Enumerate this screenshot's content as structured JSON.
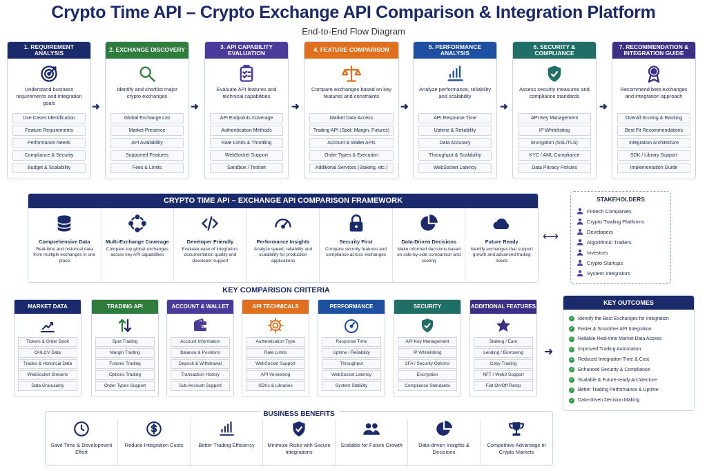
{
  "title": "Crypto Time API – Crypto Exchange API Comparison & Integration Platform",
  "subtitle": "End-to-End Flow Diagram",
  "colors": {
    "navy": "#1b2a6b",
    "blue": "#1e4fa0",
    "green": "#2e7d3c",
    "purple": "#4b3a9a",
    "orange": "#e0701e",
    "teal": "#1f6f66",
    "deep_purple": "#3d2f86"
  },
  "steps": [
    {
      "title": "1. REQUIREMENT ANALYSIS",
      "color": "#1b2a6b",
      "icon": "target-icon",
      "desc": "Understand business requirements and integration goals",
      "items": [
        "Use Cases Identification",
        "Feature Requirements",
        "Performance Needs",
        "Compliance & Security",
        "Budget & Scalability"
      ]
    },
    {
      "title": "2. EXCHANGE DISCOVERY",
      "color": "#2e7d3c",
      "icon": "magnifier-icon",
      "desc": "Identify and shortlist major crypto exchanges",
      "items": [
        "Global Exchange List",
        "Market Presence",
        "API Availability",
        "Supported Features",
        "Fees & Limits"
      ]
    },
    {
      "title": "3. API CAPABILITY EVALUATION",
      "color": "#4b3a9a",
      "icon": "checklist-icon",
      "desc": "Evaluate API features and technical capabilities",
      "items": [
        "API Endpoints Coverage",
        "Authentication Methods",
        "Rate Limits & Throttling",
        "WebSocket Support",
        "Sandbox / Testnet"
      ]
    },
    {
      "title": "4. FEATURE COMPARISON",
      "color": "#e0701e",
      "icon": "scale-icon",
      "desc": "Compare exchanges based on key features and constraints",
      "items": [
        "Market Data Access",
        "Trading API (Spot, Margin, Futures)",
        "Account & Wallet APIs",
        "Order Types & Execution",
        "Additional Services (Staking, etc.)"
      ]
    },
    {
      "title": "5. PERFORMANCE ANALYSIS",
      "color": "#1e4fa0",
      "icon": "bar-chart-icon",
      "desc": "Analyze performance, reliability and scalability",
      "items": [
        "API Response Time",
        "Uptime & Reliability",
        "Data Accuracy",
        "Throughput & Scalability",
        "WebSocket Latency"
      ]
    },
    {
      "title": "6. SECURITY & COMPLIANCE",
      "color": "#1f6f66",
      "icon": "shield-check-icon",
      "desc": "Assess security measures and compliance standards",
      "items": [
        "API Key Management",
        "IP Whitelisting",
        "Encryption (SSL/TLS)",
        "KYC / AML Compliance",
        "Data Privacy Policies"
      ]
    },
    {
      "title": "7. RECOMMENDATION & INTEGRATION GUIDE",
      "color": "#3d2f86",
      "icon": "award-ribbon-icon",
      "desc": "Recommend best exchanges and integration approach",
      "items": [
        "Overall Scoring & Ranking",
        "Best Fit Recommendations",
        "Integration Architecture",
        "SDK / Library Support",
        "Implementation Guide"
      ]
    }
  ],
  "framework": {
    "title": "CRYPTO TIME API – EXCHANGE API COMPARISON FRAMEWORK",
    "items": [
      {
        "icon": "database-icon",
        "title": "Comprehensive Data",
        "desc": "Real-time and historical data from multiple exchanges in one place"
      },
      {
        "icon": "network-icon",
        "title": "Multi-Exchange Coverage",
        "desc": "Compare top global exchanges across key API capabilities"
      },
      {
        "icon": "code-icon",
        "title": "Developer Friendly",
        "desc": "Evaluate ease of integration, documentation quality and developer support"
      },
      {
        "icon": "gauge-icon",
        "title": "Performance Insights",
        "desc": "Analyze speed, reliability and scalability for production applications"
      },
      {
        "icon": "lock-icon",
        "title": "Security First",
        "desc": "Compare security features and compliance across exchanges"
      },
      {
        "icon": "pie-chart-icon",
        "title": "Data-Driven Decisions",
        "desc": "Make informed decisions based on side-by-side comparison and scoring"
      },
      {
        "icon": "cloud-icon",
        "title": "Future Ready",
        "desc": "Identify exchanges that support growth and advanced trading needs"
      }
    ]
  },
  "stakeholders": {
    "title": "STAKEHOLDERS",
    "items": [
      "Fintech Companies",
      "Crypto Trading Platforms",
      "Developers",
      "Algorithmic Traders",
      "Investors",
      "Crypto Startups",
      "System Integrators"
    ]
  },
  "criteria": {
    "title": "KEY COMPARISON CRITERIA",
    "categories": [
      {
        "title": "MARKET DATA",
        "color": "#1b2a6b",
        "icon": "line-chart-icon",
        "items": [
          "Tickers & Order Book",
          "OHLCV Data",
          "Trades & Historical Data",
          "WebSocket Streams",
          "Data Granularity"
        ]
      },
      {
        "title": "TRADING API",
        "color": "#2e7d3c",
        "icon": "up-down-arrows-icon",
        "items": [
          "Spot Trading",
          "Margin Trading",
          "Futures Trading",
          "Options Trading",
          "Order Types Support"
        ]
      },
      {
        "title": "ACCOUNT & WALLET",
        "color": "#4b3a9a",
        "icon": "wallet-icon",
        "items": [
          "Account Information",
          "Balance & Positions",
          "Deposit & Withdrawal",
          "Transaction History",
          "Sub-Account Support"
        ]
      },
      {
        "title": "API TECHNICALS",
        "color": "#e0701e",
        "icon": "gear-icon",
        "items": [
          "Authentication Type",
          "Rate Limits",
          "WebSocket Support",
          "API Versioning",
          "SDKs & Libraries"
        ]
      },
      {
        "title": "PERFORMANCE",
        "color": "#1e4fa0",
        "icon": "speedometer-icon",
        "items": [
          "Response Time",
          "Uptime / Reliability",
          "Throughput",
          "WebSocket Latency",
          "System Stability"
        ]
      },
      {
        "title": "SECURITY",
        "color": "#1f6f66",
        "icon": "shield-check-icon",
        "items": [
          "API Key Management",
          "IP Whitelisting",
          "2FA / Security Options",
          "Encryption",
          "Compliance Standards"
        ]
      },
      {
        "title": "ADDITIONAL FEATURES",
        "color": "#3d2f86",
        "icon": "star-icon",
        "items": [
          "Staking / Earn",
          "Lending / Borrowing",
          "Copy Trading",
          "NFT / Web3 Support",
          "Fiat On/Off Ramp"
        ]
      }
    ]
  },
  "outcomes": {
    "title": "KEY OUTCOMES",
    "items": [
      "Identify the Best Exchanges for Integration",
      "Faster & Smoother API Integration",
      "Reliable Real-time Market Data Access",
      "Improved Trading Automation",
      "Reduced Integration Time & Cost",
      "Enhanced Security & Compliance",
      "Scalable & Future-ready Architecture",
      "Better Trading Performance & Uptime",
      "Data-driven Decision Making"
    ]
  },
  "benefits": {
    "title": "BUSINESS BENEFITS",
    "items": [
      {
        "icon": "clock-icon",
        "label": "Save Time & Development Effort"
      },
      {
        "icon": "dollar-icon",
        "label": "Reduce Integration Costs"
      },
      {
        "icon": "bar-chart-icon",
        "label": "Better Trading Efficiency"
      },
      {
        "icon": "shield-check-icon",
        "label": "Minimize Risks with Secure Integrations"
      },
      {
        "icon": "users-icon",
        "label": "Scalable for Future Growth"
      },
      {
        "icon": "pie-chart-icon",
        "label": "Data-driven Insights & Decisions"
      },
      {
        "icon": "trophy-icon",
        "label": "Competitive Advantage in Crypto Markets"
      }
    ]
  }
}
